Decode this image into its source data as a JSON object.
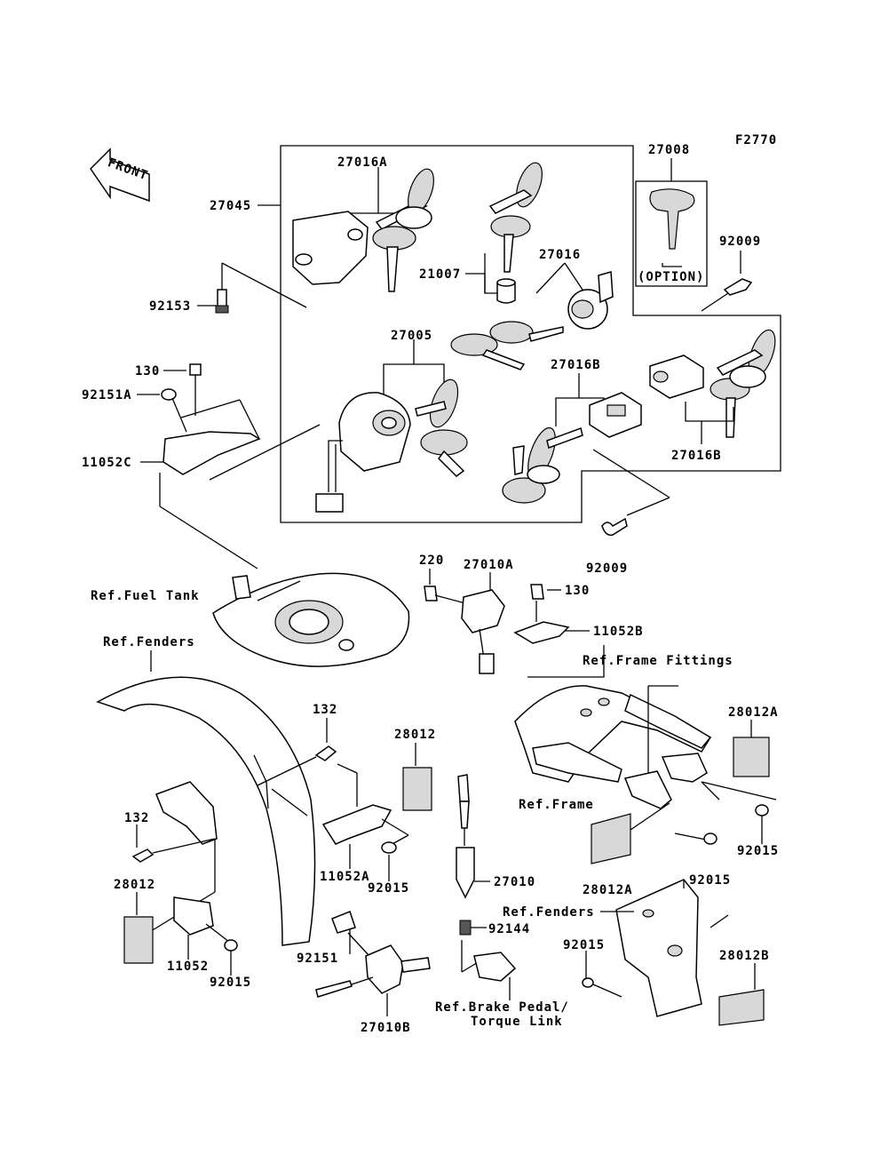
{
  "figure_code": "F2770",
  "front_label": "FRONT",
  "labels": {
    "p27045": "27045",
    "p27016A": "27016A",
    "p27008": "27008",
    "option": "(OPTION)",
    "p92009_top": "92009",
    "p92153": "92153",
    "p21007": "21007",
    "p27016": "27016",
    "p27005": "27005",
    "p27016B_mid": "27016B",
    "p27016B_right": "27016B",
    "p130_left": "130",
    "p92151A": "92151A",
    "p11052C": "11052C",
    "p220": "220",
    "p27010A": "27010A",
    "p92009_mid": "92009",
    "p130_mid": "130",
    "p11052B": "11052B",
    "ref_fuel_tank": "Ref.Fuel Tank",
    "ref_fenders_top": "Ref.Fenders",
    "ref_frame_fittings": "Ref.Frame Fittings",
    "p28012A_right": "28012A",
    "p132_top": "132",
    "p28012_mid": "28012",
    "ref_frame": "Ref.Frame",
    "p132_left": "132",
    "p11052A": "11052A",
    "p92015_mid": "92015",
    "p92015_right": "92015",
    "p28012_left": "28012",
    "p27010": "27010",
    "p28012A_bottom": "28012A",
    "p92015_bottomright": "92015",
    "ref_fenders_bottom": "Ref.Fenders",
    "p92144": "92144",
    "p92015_rb": "92015",
    "p28012B": "28012B",
    "p11052": "11052",
    "p92015_left": "92015",
    "p92151": "92151",
    "ref_brake_pedal": "Ref.Brake Pedal/",
    "torque_link": "Torque Link",
    "p27010B": "27010B"
  }
}
